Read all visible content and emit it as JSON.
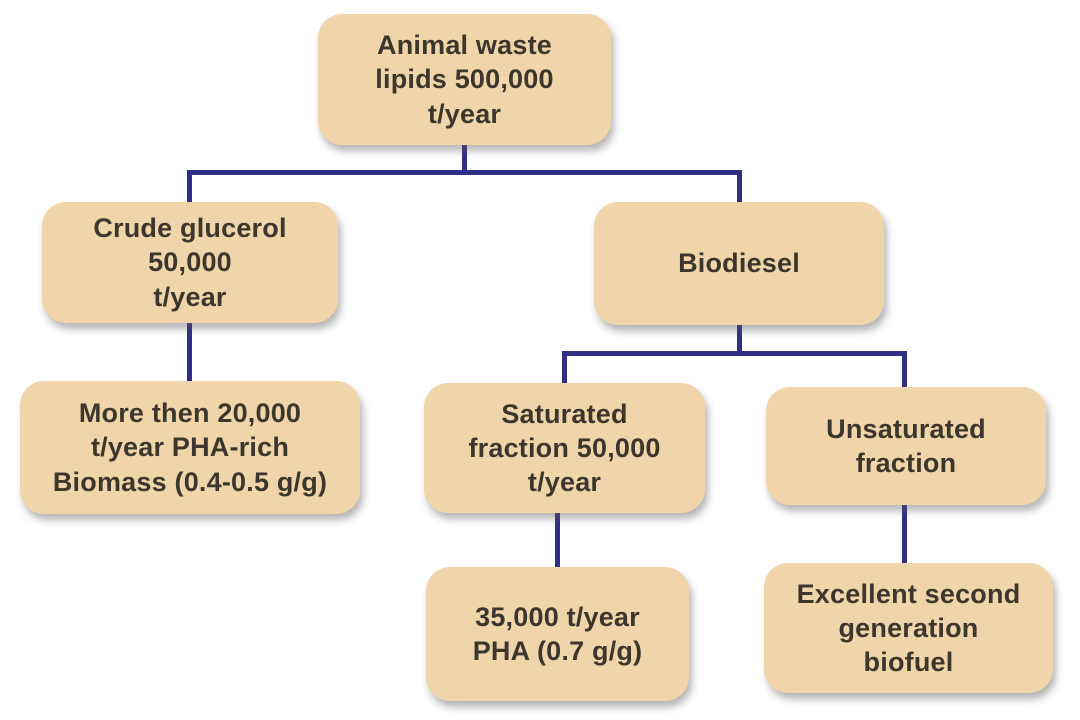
{
  "colors": {
    "bg": "#ffffff",
    "box_fill": "#f1d5aa",
    "line_color": "#312e85",
    "text_color": "#3c362c"
  },
  "nodes": {
    "animal_waste": {
      "text": "Animal waste\nlipids 500,000\nt/year"
    },
    "crude_glucerol": {
      "text": "Crude glucerol\n50,000\nt/year"
    },
    "biodiesel": {
      "text": "Biodiesel"
    },
    "pha_biomass": {
      "text": "More then 20,000\nt/year PHA-rich\nBiomass (0.4-0.5 g/g)"
    },
    "saturated_fraction": {
      "text": "Saturated\nfraction 50,000\nt/year"
    },
    "unsaturated_fraction": {
      "text": "Unsaturated\nfraction"
    },
    "pha_35000": {
      "text": "35,000 t/year\nPHA (0.7 g/g)"
    },
    "biofuel": {
      "text": "Excellent second\ngeneration\nbiofuel"
    }
  },
  "edges": [
    {
      "from": "animal_waste",
      "to": "crude_glucerol"
    },
    {
      "from": "animal_waste",
      "to": "biodiesel"
    },
    {
      "from": "crude_glucerol",
      "to": "pha_biomass"
    },
    {
      "from": "biodiesel",
      "to": "saturated_fraction"
    },
    {
      "from": "biodiesel",
      "to": "unsaturated_fraction"
    },
    {
      "from": "saturated_fraction",
      "to": "pha_35000"
    },
    {
      "from": "unsaturated_fraction",
      "to": "biofuel"
    }
  ]
}
